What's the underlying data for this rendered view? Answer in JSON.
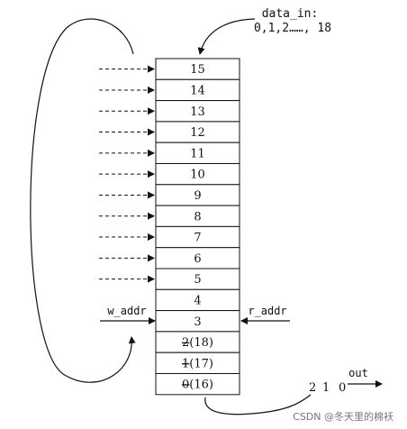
{
  "data_in": {
    "line1": "data_in:",
    "line2": "0,1,2……, 18"
  },
  "cells": [
    {
      "text": "15",
      "struck": ""
    },
    {
      "text": "14",
      "struck": ""
    },
    {
      "text": "13",
      "struck": ""
    },
    {
      "text": "12",
      "struck": ""
    },
    {
      "text": "11",
      "struck": ""
    },
    {
      "text": "10",
      "struck": ""
    },
    {
      "text": "9",
      "struck": ""
    },
    {
      "text": "8",
      "struck": ""
    },
    {
      "text": "7",
      "struck": ""
    },
    {
      "text": "6",
      "struck": ""
    },
    {
      "text": "5",
      "struck": ""
    },
    {
      "text": "4",
      "struck": ""
    },
    {
      "text": "3",
      "struck": ""
    },
    {
      "text": "(18)",
      "struck": "2"
    },
    {
      "text": "(17)",
      "struck": "1"
    },
    {
      "text": "(16)",
      "struck": "0"
    }
  ],
  "w_addr": "w_addr",
  "r_addr": "r_addr",
  "out_label": "out",
  "out_values": [
    "2",
    "1",
    "0"
  ],
  "watermark": "CSDN @冬天里的棉袄",
  "colors": {
    "stroke": "#111111",
    "watermark": "#777777"
  }
}
